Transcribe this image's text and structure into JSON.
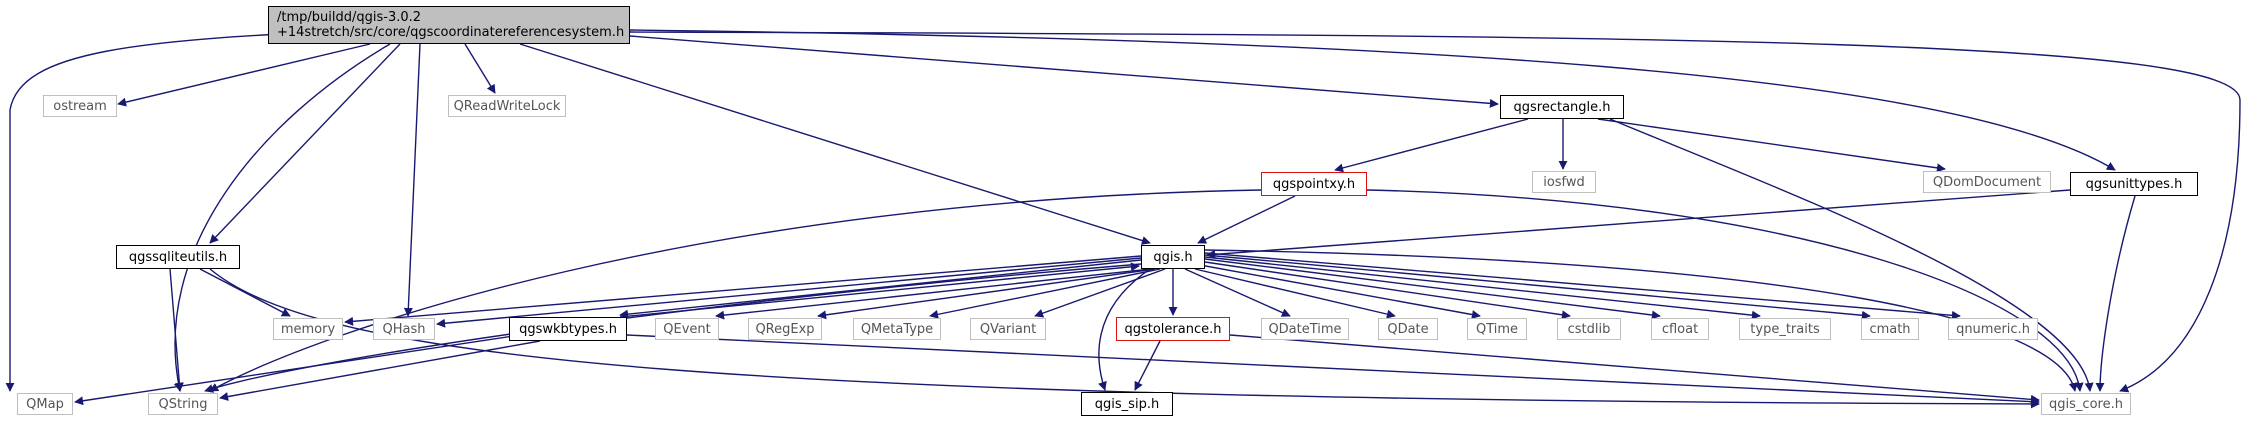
{
  "colors": {
    "edge": "#191970",
    "external_border": "#bfbfbf",
    "doc_border": "#000000",
    "incomplete_border": "#e01010",
    "root_fill": "#bfbfbf"
  },
  "root": {
    "line1": "/tmp/buildd/qgis-3.0.2",
    "line2": "+14stretch/src/core/qgscoordinatereferencesystem.h"
  },
  "nodes": {
    "ostream": "ostream",
    "qreadwritelock": "QReadWriteLock",
    "qgsrectangle": "qgsrectangle.h",
    "iosfwd": "iosfwd",
    "qdomdocument": "QDomDocument",
    "qgspointxy": "qgspointxy.h",
    "qgsunittypes": "qgsunittypes.h",
    "qgssqliteutils": "qgssqliteutils.h",
    "qgis": "qgis.h",
    "memory": "memory",
    "qhash": "QHash",
    "qgswkbtypes": "qgswkbtypes.h",
    "qevent": "QEvent",
    "qregexp": "QRegExp",
    "qmetatype": "QMetaType",
    "qvariant": "QVariant",
    "qgstolerance": "qgstolerance.h",
    "qdatetime": "QDateTime",
    "qdate": "QDate",
    "qtime": "QTime",
    "cstdlib": "cstdlib",
    "cfloat": "cfloat",
    "type_traits": "type_traits",
    "cmath": "cmath",
    "qnumeric": "qnumeric.h",
    "qmap": "QMap",
    "qstring": "QString",
    "qgis_sip": "qgis_sip.h",
    "qgis_core": "qgis_core.h"
  }
}
